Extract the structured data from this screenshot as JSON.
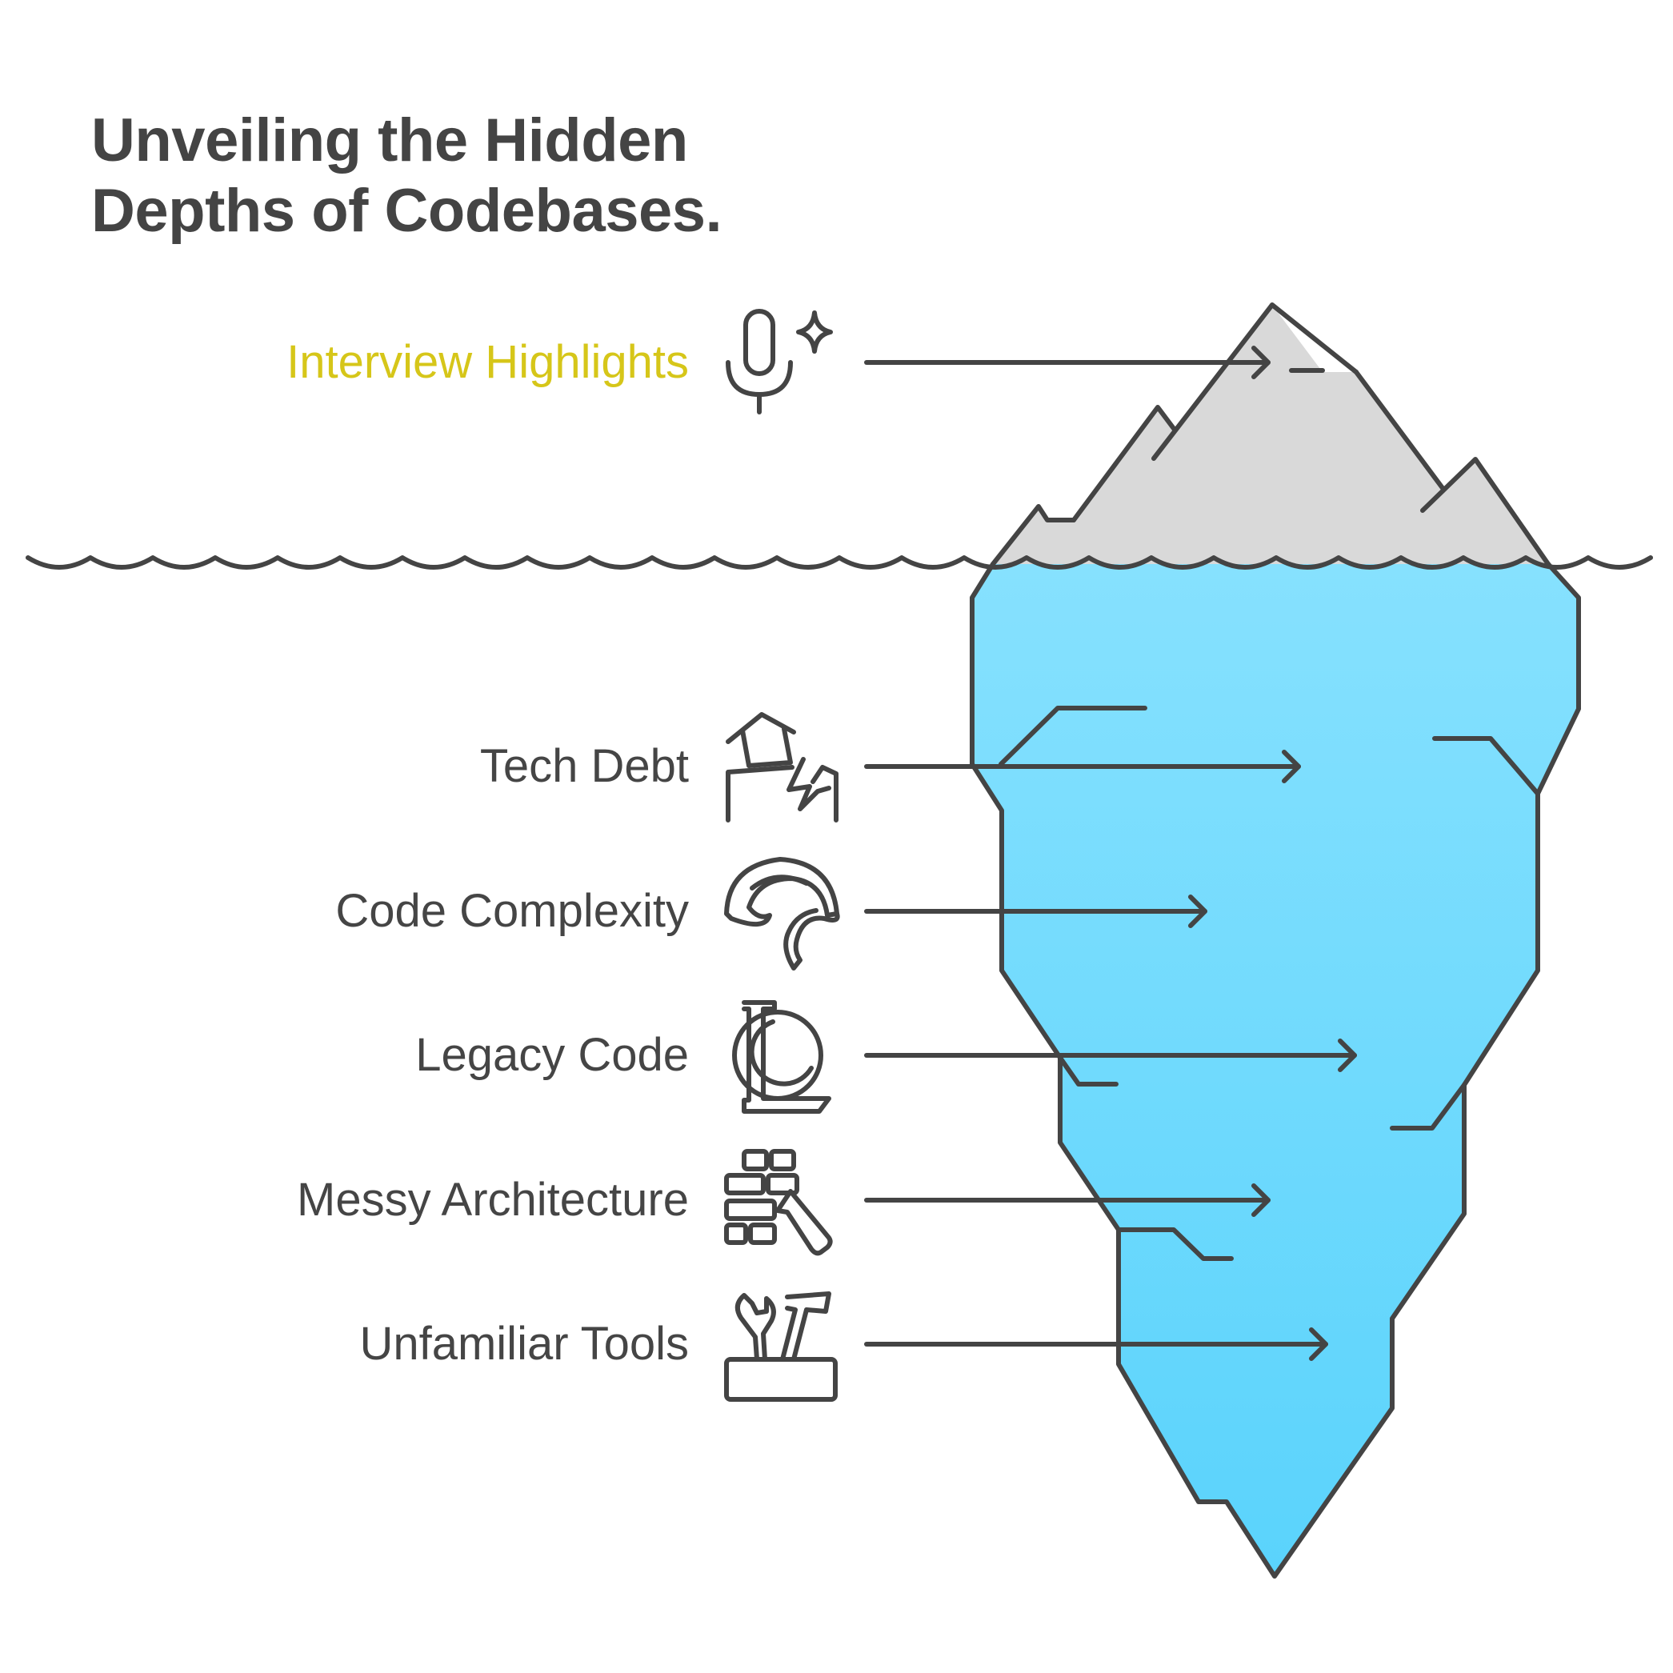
{
  "title": {
    "line1": "Unveiling the Hidden",
    "line2": "Depths of Codebases."
  },
  "colors": {
    "outline": "#444444",
    "ice_above": "#d9d9d9",
    "ice_below_top": "#86e1fe",
    "ice_below_bottom": "#5ad3fc",
    "highlight": "#d6c619",
    "text": "#454545"
  },
  "items": [
    {
      "label": "Interview Highlights",
      "icon": "microphone-sparkle-icon",
      "highlighted": true
    },
    {
      "label": "Tech Debt",
      "icon": "collapsing-house-icon",
      "highlighted": false
    },
    {
      "label": "Code Complexity",
      "icon": "tangled-knot-icon",
      "highlighted": false
    },
    {
      "label": "Legacy Code",
      "icon": "legacy-l-ring-icon",
      "highlighted": false
    },
    {
      "label": "Messy Architecture",
      "icon": "bricks-trowel-icon",
      "highlighted": false
    },
    {
      "label": "Unfamiliar Tools",
      "icon": "toolbox-icon",
      "highlighted": false
    }
  ]
}
